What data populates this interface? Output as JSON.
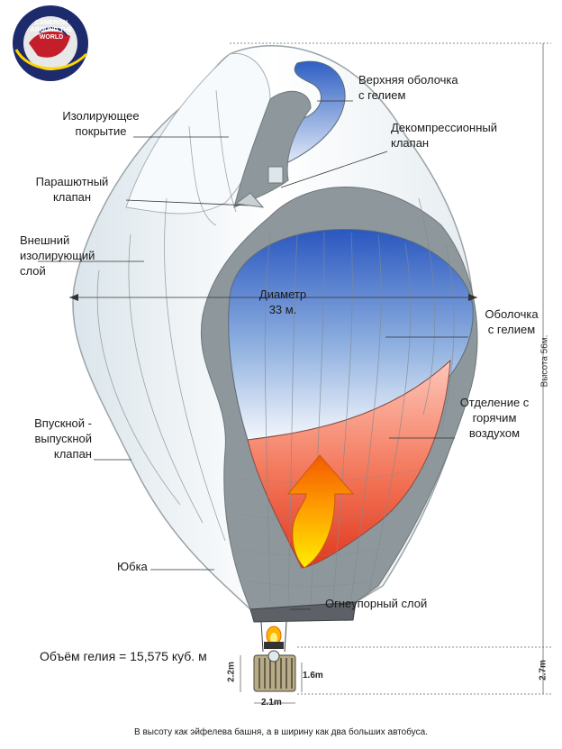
{
  "logo": {
    "text": "CAMERON AROUND THE WORLD",
    "colors": [
      "#1d2a6b",
      "#e8e8e8",
      "#c41e2a",
      "#ffd400"
    ]
  },
  "labels": {
    "upper_helium": "Верхняя оболочка\nс гелием",
    "decompression_valve": "Декомпрессионный\nклапан",
    "insulating_cover": "Изолирующее\nпокрытие",
    "parachute_valve": "Парашютный\nклапан",
    "outer_insulating_layer": "Внешний\nизолирующий\nслой",
    "diameter": "Диаметр\n33 м.",
    "helium_envelope": "Оболочка\nс гелием",
    "hot_air_compartment": "Отделение с\nгорячим\nвоздухом",
    "inlet_outlet_valve": "Впускной -\nвыпускной\nклапан",
    "skirt": "Юбка",
    "fireproof_layer": "Огнеупорный слой",
    "helium_volume": "Объём гелия = 15,575 куб. м",
    "height_total": "Высота 56м.",
    "height_basket": "2.7m",
    "basket_height_a": "2.2m",
    "basket_height_b": "1.6m",
    "basket_width": "2.1m",
    "caption": "В высоту как эйфелева башня, а в ширину как два больших автобуса."
  },
  "colors": {
    "envelope": "#eef3f6",
    "wall": "#8e979c",
    "helium_top": "#2a57c0",
    "hot_air": "#ee4a2e",
    "flame": "#ffe600"
  }
}
